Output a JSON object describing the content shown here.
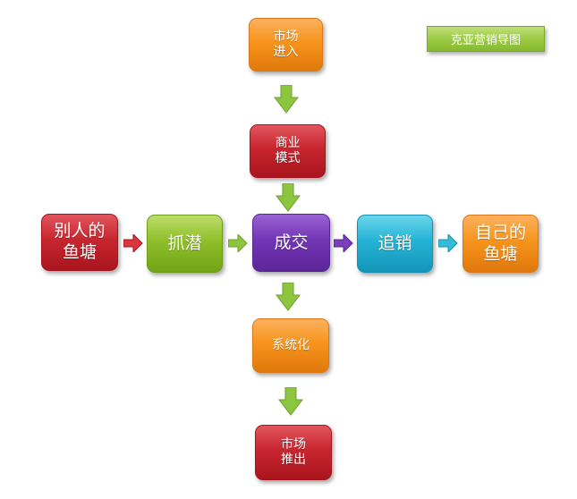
{
  "legend_title": "克亚营销导图",
  "nodes": {
    "market_entry": "市场\n进入",
    "business_model": "商业\n模式",
    "others_pond": "别人的\n鱼塘",
    "capture_prospects": "抓潜",
    "deal": "成交",
    "follow_up_sale": "追销",
    "own_pond": "自己的\n鱼塘",
    "systematize": "系统化",
    "market_exit": "市场\n推出"
  },
  "colors": {
    "orange": "#f7941d",
    "red": "#c8262f",
    "green": "#8fbf2a",
    "purple": "#7235b4",
    "teal": "#24b3d5",
    "arrow_green": "#8cc63f",
    "arrow_red": "#d9363e",
    "arrow_purple": "#7a3fb8",
    "arrow_teal": "#36bcd9"
  }
}
